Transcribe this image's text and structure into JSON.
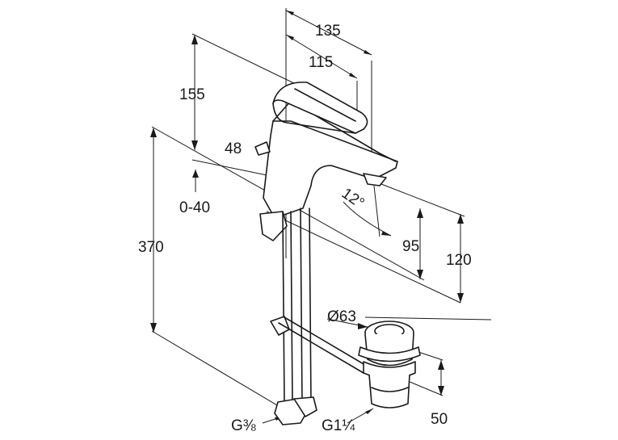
{
  "dimensions": {
    "d135": "135",
    "d115": "115",
    "d155": "155",
    "d48": "48",
    "d040": "0-40",
    "d370": "370",
    "angle": "12°",
    "d95": "95",
    "d120": "120",
    "d63": "Ø63",
    "d50": "50",
    "g38": "G⅜",
    "g114": "G1¼"
  }
}
